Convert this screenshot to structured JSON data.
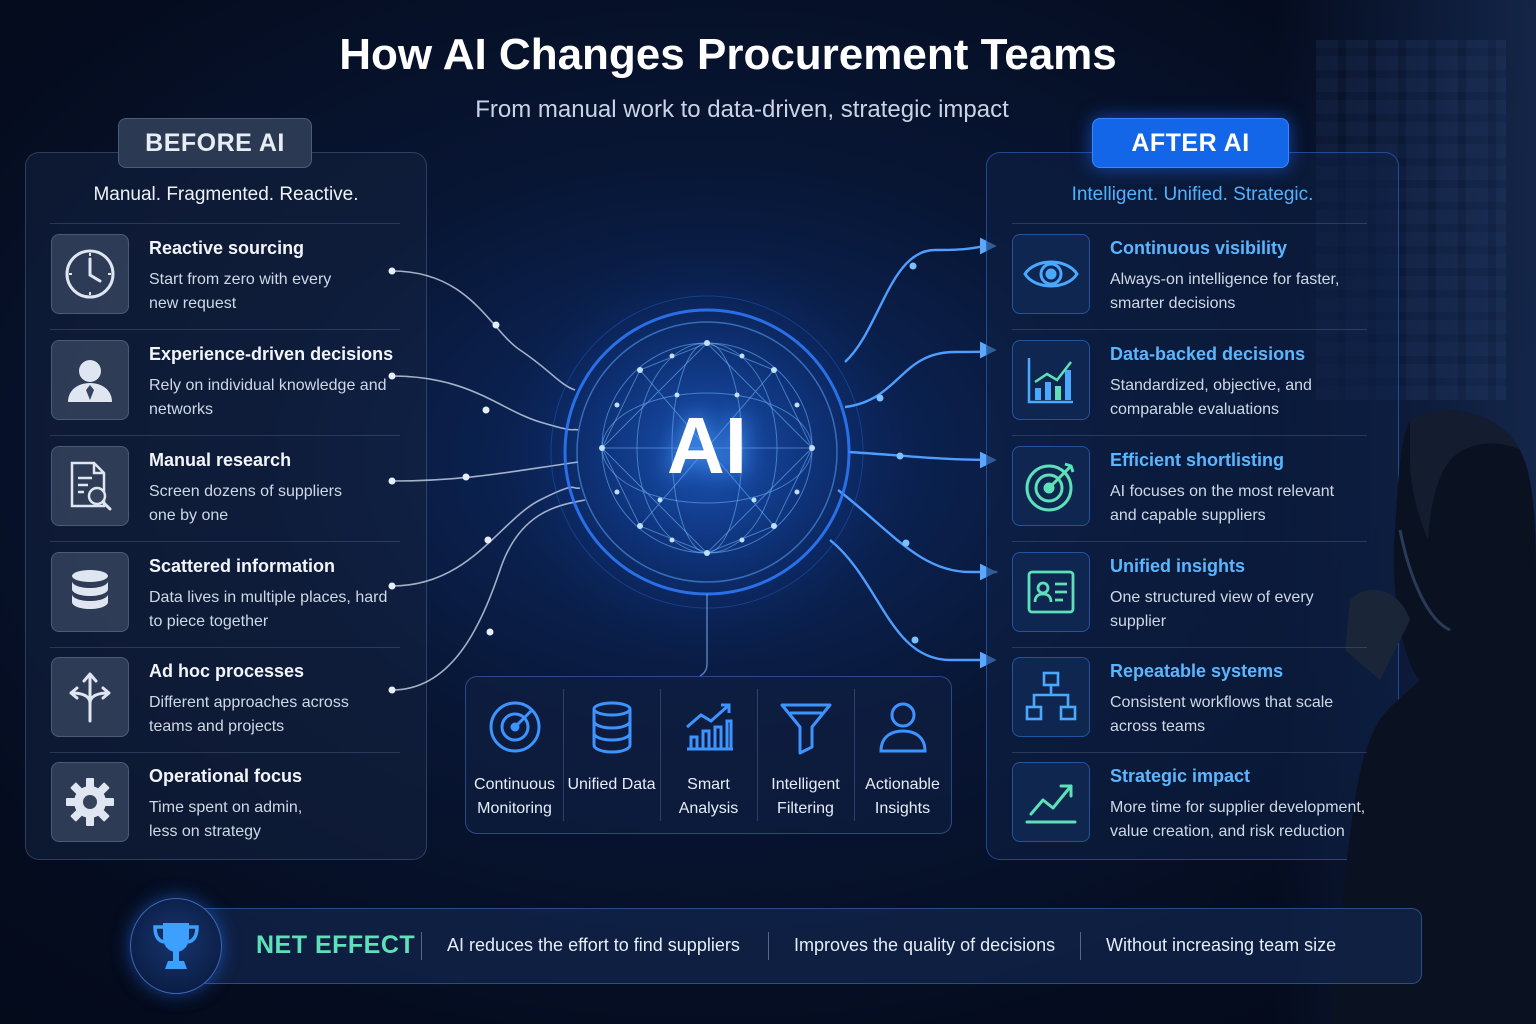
{
  "title": "How AI Changes Procurement Teams",
  "subtitle": "From manual work to data-driven, strategic impact",
  "before": {
    "tag": "BEFORE AI",
    "tagline": "Manual. Fragmented. Reactive.",
    "items": [
      {
        "icon": "clock-icon",
        "title": "Reactive sourcing",
        "desc": "Start from zero with every new request"
      },
      {
        "icon": "person-icon",
        "title": "Experience-driven decisions",
        "desc": "Rely on individual knowledge and networks"
      },
      {
        "icon": "document-search-icon",
        "title": "Manual research",
        "desc": "Screen dozens of suppliers one by one"
      },
      {
        "icon": "database-icon",
        "title": "Scattered information",
        "desc": "Data lives in multiple places, hard to piece together"
      },
      {
        "icon": "split-arrows-icon",
        "title": "Ad hoc processes",
        "desc": "Different approaches across teams and projects"
      },
      {
        "icon": "gear-icon",
        "title": "Operational focus",
        "desc": "Time spent on admin, less on strategy"
      }
    ]
  },
  "after": {
    "tag": "AFTER AI",
    "tagline": "Intelligent. Unified. Strategic.",
    "items": [
      {
        "icon": "eye-icon",
        "title": "Continuous visibility",
        "desc": "Always-on intelligence for faster, smarter decisions"
      },
      {
        "icon": "bar-chart-icon",
        "title": "Data-backed decisions",
        "desc": "Standardized, objective, and comparable evaluations"
      },
      {
        "icon": "target-icon",
        "title": "Efficient shortlisting",
        "desc": "AI focuses on the most relevant and capable suppliers"
      },
      {
        "icon": "profile-card-icon",
        "title": "Unified insights",
        "desc": "One structured view of every supplier"
      },
      {
        "icon": "hierarchy-icon",
        "title": "Repeatable systems",
        "desc": "Consistent workflows that scale across teams"
      },
      {
        "icon": "trend-up-icon",
        "title": "Strategic impact",
        "desc": "More time for supplier development, value creation, and risk reduction"
      }
    ]
  },
  "core": {
    "label": "AI"
  },
  "capabilities": [
    {
      "icon": "radar-icon",
      "label": "Continuous Monitoring"
    },
    {
      "icon": "database-icon",
      "label": "Unified Data"
    },
    {
      "icon": "growth-chart-icon",
      "label": "Smart Analysis"
    },
    {
      "icon": "funnel-icon",
      "label": "Intelligent Filtering"
    },
    {
      "icon": "user-icon",
      "label": "Actionable Insights"
    }
  ],
  "net_effect": {
    "label": "NET EFFECT",
    "points": [
      "AI reduces the effort to find suppliers",
      "Improves the quality of decisions",
      "Without increasing team size"
    ]
  },
  "colors": {
    "accent": "#1366e8",
    "after_text": "#5cb6ff",
    "net_label": "#5ee0b8"
  }
}
